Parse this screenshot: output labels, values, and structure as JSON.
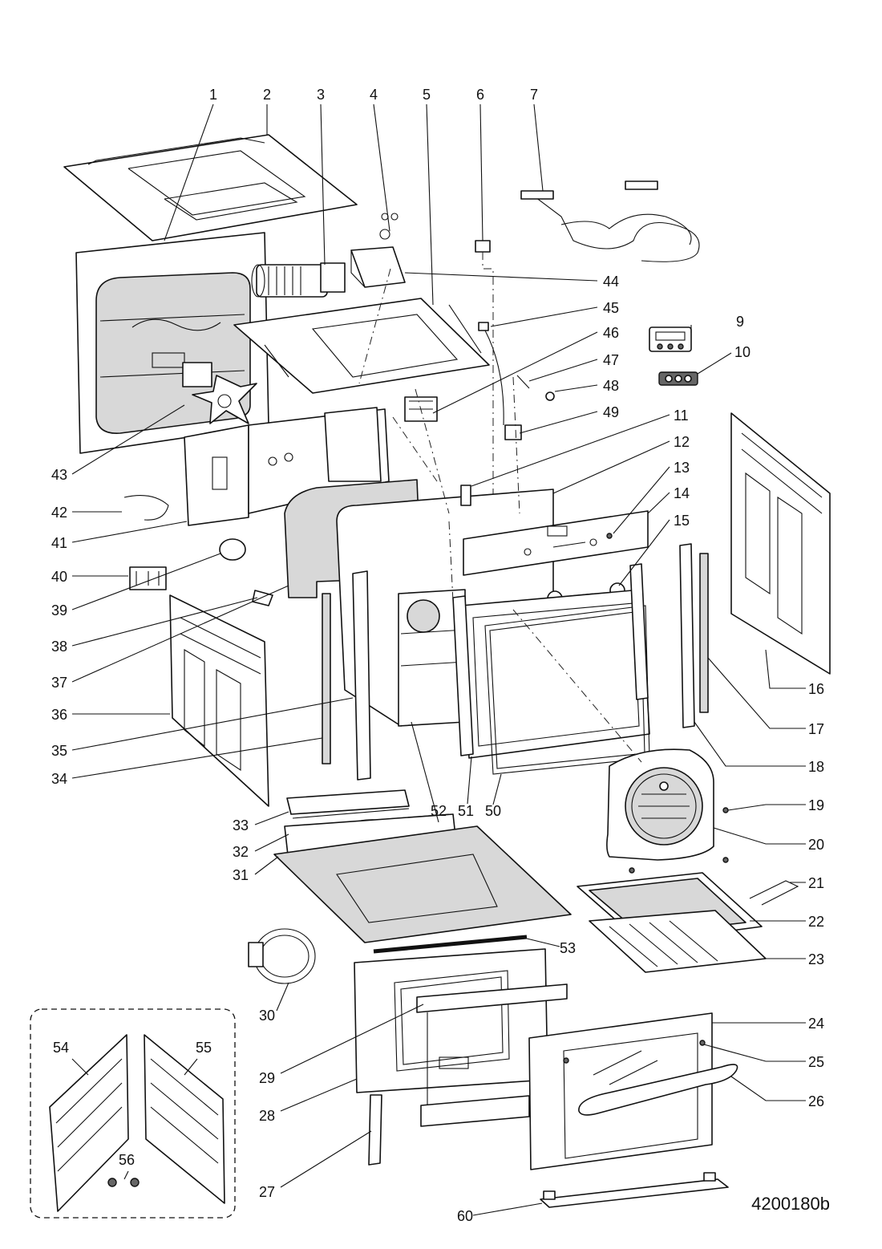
{
  "drawing": {
    "reference": "4200180b",
    "callouts": [
      "1",
      "2",
      "3",
      "4",
      "5",
      "6",
      "7",
      "9",
      "10",
      "11",
      "12",
      "13",
      "14",
      "15",
      "16",
      "17",
      "18",
      "19",
      "20",
      "21",
      "22",
      "23",
      "24",
      "25",
      "26",
      "27",
      "28",
      "29",
      "30",
      "31",
      "32",
      "33",
      "34",
      "35",
      "36",
      "37",
      "38",
      "39",
      "40",
      "41",
      "42",
      "43",
      "44",
      "45",
      "46",
      "47",
      "48",
      "49",
      "50",
      "51",
      "52",
      "53",
      "54",
      "55",
      "56",
      "60"
    ]
  }
}
